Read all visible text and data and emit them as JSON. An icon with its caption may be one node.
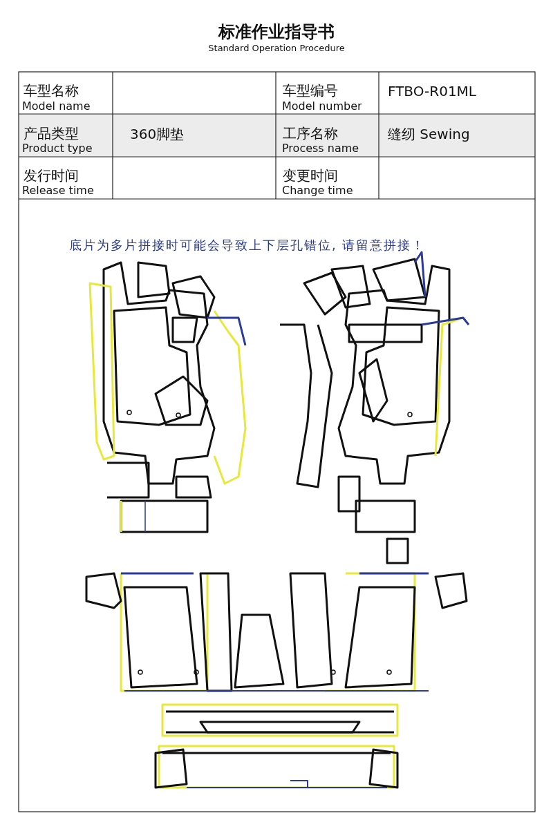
{
  "diagram": {
    "title": "标准作业指导书",
    "labels": [
      "Standard Operation Procedure",
      "车型名称",
      "Model name",
      "车型编号",
      "Model number",
      "FTBO-R01ML",
      "产品类型",
      "Product type",
      "360脚垫",
      "工序名称",
      "Process name",
      "缝纫 Sewing",
      "发行时间",
      "Release time",
      "变更时间",
      "Change time",
      "底片为多片拼接时可能会导致上下层孔错位, 请留意拼接！"
    ]
  }
}
